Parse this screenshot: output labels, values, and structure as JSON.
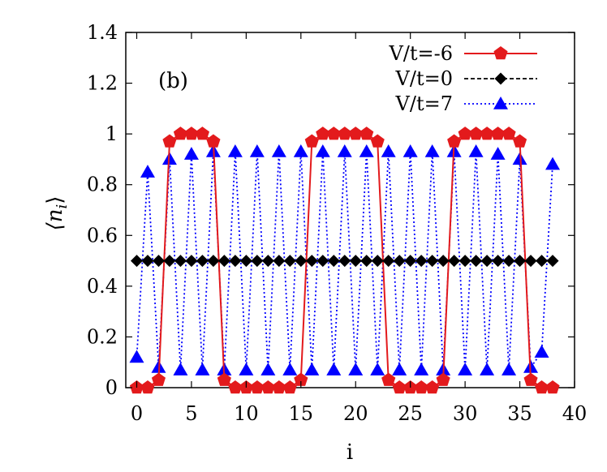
{
  "chart_data": {
    "type": "line",
    "annotation": "(b)",
    "xlabel": "i",
    "ylabel": "⟨n_i⟩",
    "xlim": [
      -1,
      40
    ],
    "ylim": [
      0,
      1.4
    ],
    "x_ticks": [
      0,
      5,
      10,
      15,
      20,
      25,
      30,
      35,
      40
    ],
    "y_ticks": [
      0,
      0.2,
      0.4,
      0.6,
      0.8,
      1,
      1.2,
      1.4
    ],
    "legend_position": "top-right",
    "x": [
      0,
      1,
      2,
      3,
      4,
      5,
      6,
      7,
      8,
      9,
      10,
      11,
      12,
      13,
      14,
      15,
      16,
      17,
      18,
      19,
      20,
      21,
      22,
      23,
      24,
      25,
      26,
      27,
      28,
      29,
      30,
      31,
      32,
      33,
      34,
      35,
      36,
      37,
      38
    ],
    "series": [
      {
        "name": "V/t=-6",
        "color": "#e31a1c",
        "marker": "pentagon",
        "line": "solid",
        "values": [
          0.0,
          0.0,
          0.03,
          0.97,
          1.0,
          1.0,
          1.0,
          0.97,
          0.03,
          0.0,
          0.0,
          0.0,
          0.0,
          0.0,
          0.0,
          0.03,
          0.97,
          1.0,
          1.0,
          1.0,
          1.0,
          1.0,
          0.97,
          0.03,
          0.0,
          0.0,
          0.0,
          0.0,
          0.03,
          0.97,
          1.0,
          1.0,
          1.0,
          1.0,
          1.0,
          0.97,
          0.03,
          0.0,
          0.0
        ]
      },
      {
        "name": "V/t=0",
        "color": "#000000",
        "marker": "diamond",
        "line": "dashed",
        "values": [
          0.5,
          0.5,
          0.5,
          0.5,
          0.5,
          0.5,
          0.5,
          0.5,
          0.5,
          0.5,
          0.5,
          0.5,
          0.5,
          0.5,
          0.5,
          0.5,
          0.5,
          0.5,
          0.5,
          0.5,
          0.5,
          0.5,
          0.5,
          0.5,
          0.5,
          0.5,
          0.5,
          0.5,
          0.5,
          0.5,
          0.5,
          0.5,
          0.5,
          0.5,
          0.5,
          0.5,
          0.5,
          0.5,
          0.5
        ]
      },
      {
        "name": "V/t=7",
        "color": "#0000ff",
        "marker": "triangle",
        "line": "dotted",
        "values": [
          0.12,
          0.85,
          0.08,
          0.9,
          0.07,
          0.92,
          0.07,
          0.93,
          0.07,
          0.93,
          0.07,
          0.93,
          0.07,
          0.93,
          0.07,
          0.93,
          0.07,
          0.93,
          0.07,
          0.93,
          0.07,
          0.93,
          0.07,
          0.93,
          0.07,
          0.93,
          0.07,
          0.93,
          0.07,
          0.93,
          0.07,
          0.93,
          0.07,
          0.92,
          0.07,
          0.9,
          0.08,
          0.14,
          0.88
        ]
      }
    ]
  }
}
